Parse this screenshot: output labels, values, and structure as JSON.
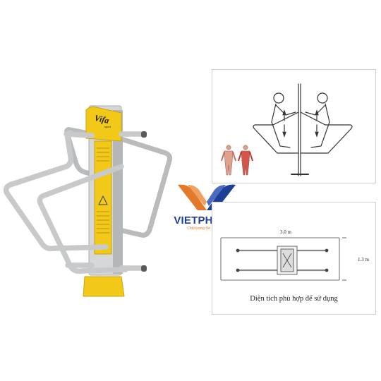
{
  "product": {
    "logo_text": "Vifa",
    "logo_subtext": "sport"
  },
  "brand": {
    "name": "VIETPHATSPORT",
    "tagline": "Chất lượng tốn còn - nâng tầm sức khoẻ",
    "colors": {
      "blue": "#1d3f95",
      "orange": "#e37a2b"
    }
  },
  "layout_diagram": {
    "width_label": "3.0 m",
    "depth_label": "1.3 m",
    "caption": "Diện tích phù hợp để sử dụng"
  },
  "colors": {
    "frame_gray": "#c7c9cb",
    "post_yellow": "#f2c919",
    "panel_border": "#cfcfcf"
  }
}
